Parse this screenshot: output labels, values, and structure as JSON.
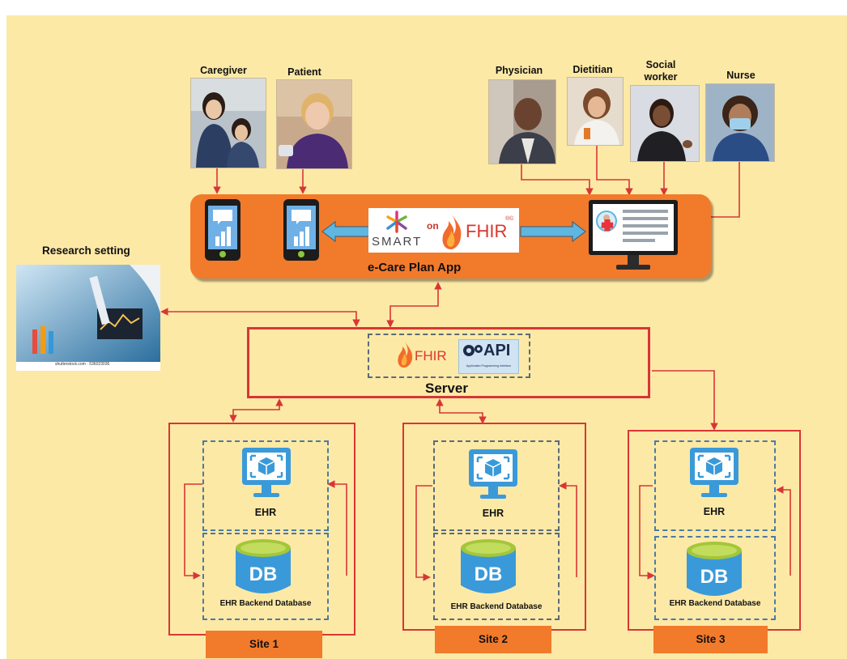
{
  "people": {
    "caregiver": "Caregiver",
    "patient": "Patient",
    "physician": "Physician",
    "dietitian": "Dietitian",
    "social_worker_line1": "Social",
    "social_worker_line2": "worker",
    "nurse": "Nurse"
  },
  "app": {
    "title": "e-Care Plan App",
    "smart_word": "SMART",
    "on_word": "on",
    "fhir_word": "FHIR",
    "fhir_mark": "®©"
  },
  "research": {
    "label": "Research setting",
    "photo_credit": "shutterstock.com · 536023036"
  },
  "server": {
    "label": "Server",
    "fhir_word": "FHIR",
    "api_word": "API",
    "api_caption": "Application Programming Interface"
  },
  "sites": [
    {
      "ehr_label": "EHR",
      "db_icon_text": "DB",
      "db_label": "EHR Backend Database",
      "tab_label": "Site 1"
    },
    {
      "ehr_label": "EHR",
      "db_icon_text": "DB",
      "db_label": "EHR Backend Database",
      "tab_label": "Site 2"
    },
    {
      "ehr_label": "EHR",
      "db_icon_text": "DB",
      "db_label": "EHR Backend Database",
      "tab_label": "Site 3"
    }
  ],
  "colors": {
    "background": "#fde9a6",
    "app_bar": "#f27a2b",
    "connector": "#d83636",
    "blue_arrow": "#5fb6e0",
    "icon_blue": "#3a9ad9",
    "db_green": "#a4c639"
  }
}
